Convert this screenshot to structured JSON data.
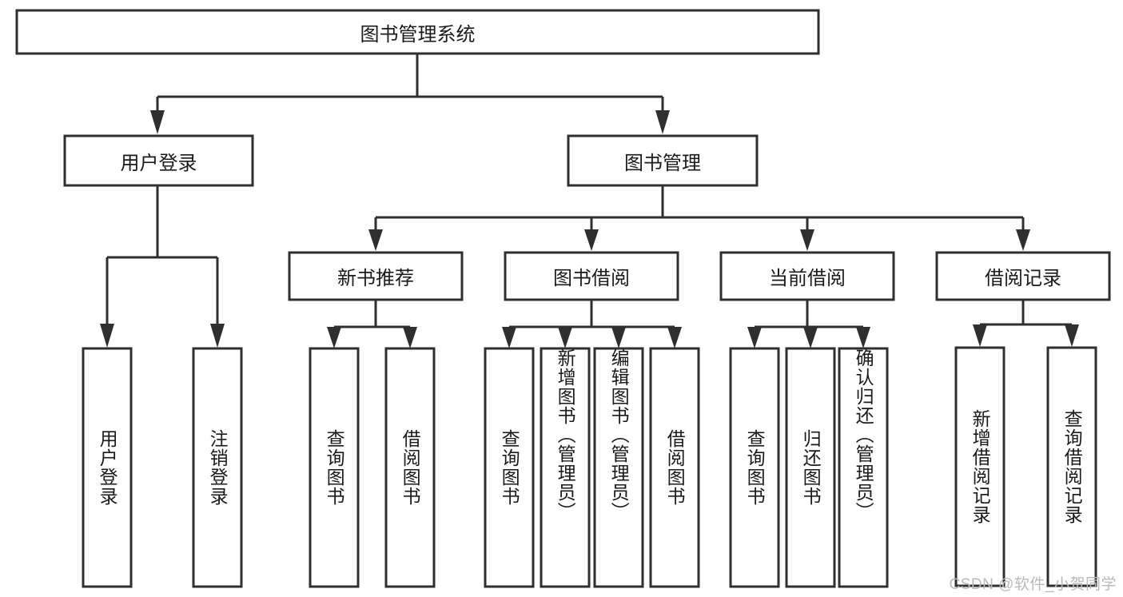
{
  "diagram": {
    "type": "tree",
    "title": "图书管理系统",
    "watermark": "CSDN @软件_小贺同学",
    "style": {
      "box_fill": "#ffffff",
      "box_stroke": "#2f2f2f",
      "text_color": "#1a1a1a",
      "background": "#ffffff",
      "watermark_color": "#b9b9b9"
    },
    "levels": {
      "root": {
        "label": "图书管理系统"
      },
      "level2": [
        {
          "label": "用户登录"
        },
        {
          "label": "图书管理"
        }
      ],
      "level3": [
        {
          "label": "新书推荐"
        },
        {
          "label": "图书借阅"
        },
        {
          "label": "当前借阅"
        },
        {
          "label": "借阅记录"
        }
      ]
    },
    "groups": [
      {
        "parent": "用户登录",
        "leaves": [
          {
            "label": "用户登录"
          },
          {
            "label": "注销登录"
          }
        ]
      },
      {
        "parent": "新书推荐",
        "leaves": [
          {
            "label": "查询图书"
          },
          {
            "label": "借阅图书"
          }
        ]
      },
      {
        "parent": "图书借阅",
        "leaves": [
          {
            "label": "查询图书"
          },
          {
            "label": "新增图书（管理员）"
          },
          {
            "label": "编辑图书（管理员）"
          },
          {
            "label": "借阅图书"
          }
        ]
      },
      {
        "parent": "当前借阅",
        "leaves": [
          {
            "label": "查询图书"
          },
          {
            "label": "归还图书"
          },
          {
            "label": "确认归还（管理员）"
          }
        ]
      },
      {
        "parent": "借阅记录",
        "leaves": [
          {
            "label": "新增借阅记录"
          },
          {
            "label": "查询借阅记录"
          }
        ]
      }
    ],
    "nodes_flat": [
      {
        "id": "root",
        "label": "图书管理系统",
        "orientation": "horizontal"
      },
      {
        "id": "l2-0",
        "label": "用户登录",
        "orientation": "horizontal"
      },
      {
        "id": "l2-1",
        "label": "图书管理",
        "orientation": "horizontal"
      },
      {
        "id": "l3-0",
        "label": "新书推荐",
        "orientation": "horizontal"
      },
      {
        "id": "l3-1",
        "label": "图书借阅",
        "orientation": "horizontal"
      },
      {
        "id": "l3-2",
        "label": "当前借阅",
        "orientation": "horizontal"
      },
      {
        "id": "l3-3",
        "label": "借阅记录",
        "orientation": "horizontal"
      },
      {
        "id": "leaf-0",
        "label": "用户登录",
        "orientation": "vertical"
      },
      {
        "id": "leaf-1",
        "label": "注销登录",
        "orientation": "vertical"
      },
      {
        "id": "leaf-2",
        "label": "查询图书",
        "orientation": "vertical"
      },
      {
        "id": "leaf-3",
        "label": "借阅图书",
        "orientation": "vertical"
      },
      {
        "id": "leaf-4",
        "label": "查询图书",
        "orientation": "vertical"
      },
      {
        "id": "leaf-5",
        "label": "新增图书（管理员）",
        "orientation": "vertical"
      },
      {
        "id": "leaf-6",
        "label": "编辑图书（管理员）",
        "orientation": "vertical"
      },
      {
        "id": "leaf-7",
        "label": "借阅图书",
        "orientation": "vertical"
      },
      {
        "id": "leaf-8",
        "label": "查询图书",
        "orientation": "vertical"
      },
      {
        "id": "leaf-9",
        "label": "归还图书",
        "orientation": "vertical"
      },
      {
        "id": "leaf-10",
        "label": "确认归还（管理员）",
        "orientation": "vertical"
      },
      {
        "id": "leaf-11",
        "label": "新增借阅记录",
        "orientation": "vertical"
      },
      {
        "id": "leaf-12",
        "label": "查询借阅记录",
        "orientation": "vertical"
      }
    ]
  }
}
